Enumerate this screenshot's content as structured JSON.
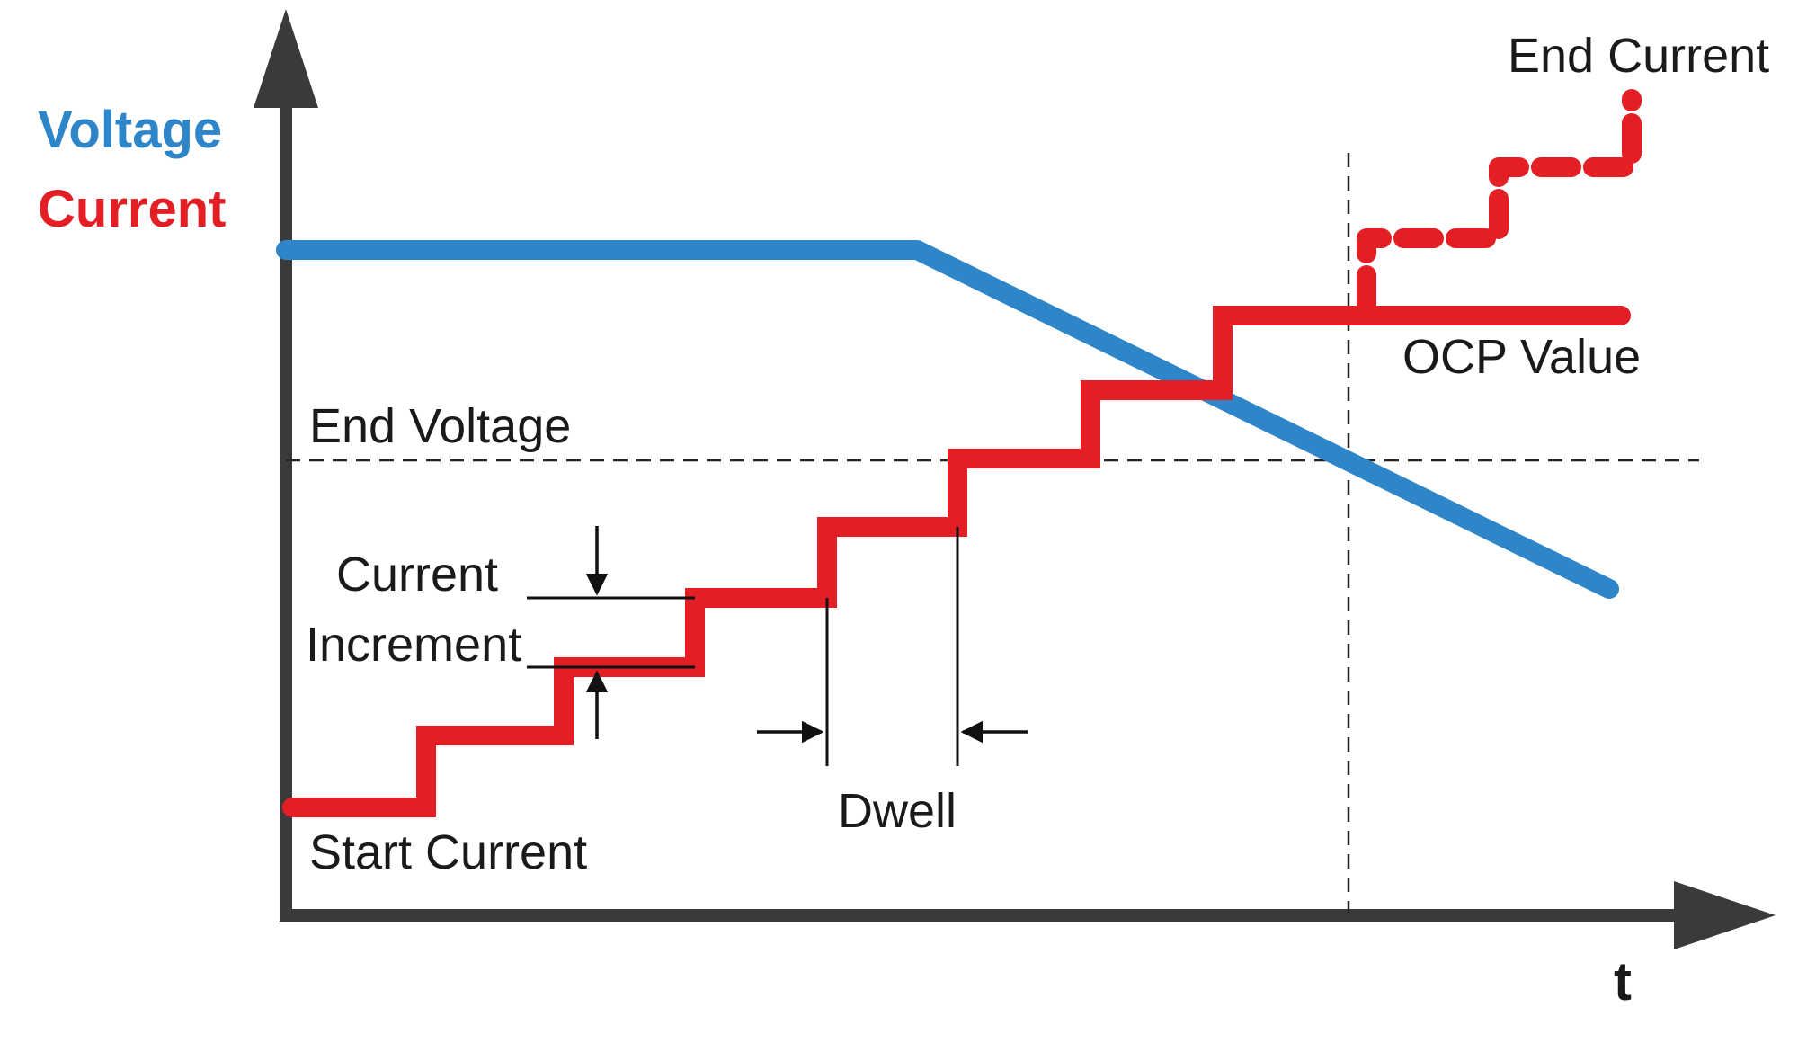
{
  "diagram": {
    "labels": {
      "voltage": "Voltage",
      "current": "Current",
      "end_voltage": "End Voltage",
      "current_increment_line1": "Current",
      "current_increment_line2": "Increment",
      "start_current": "Start Current",
      "dwell": "Dwell",
      "ocp_value": "OCP Value",
      "end_current": "End Current",
      "time_axis": "t"
    },
    "colors": {
      "voltage": "#2E86C9",
      "current": "#E31E24",
      "axis": "#3a3a3a",
      "guide": "#222222"
    }
  }
}
